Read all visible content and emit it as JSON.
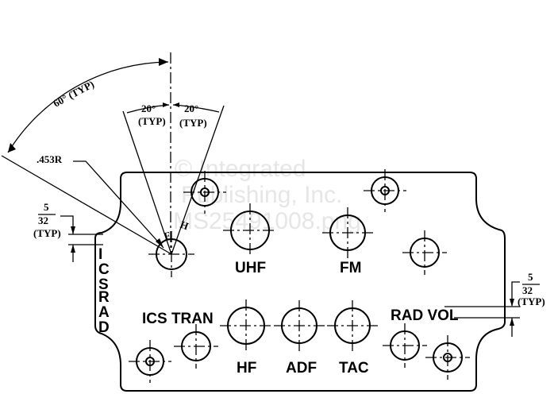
{
  "watermark": [
    "© Integrated",
    "Publishing, Inc.",
    "MS25491008.png"
  ],
  "dimensions": {
    "angle_60": "60° (TYP)",
    "angle_20_left": "20°",
    "angle_20_right": "20°",
    "typ": "(TYP)",
    "radius": ".453R",
    "frac_num": "5",
    "frac_den": "32"
  },
  "switch_positions": {
    "f": "F",
    "h": "H"
  },
  "labels": {
    "uhf": "UHF",
    "fm": "FM",
    "ics_tran": "ICS TRAN",
    "hf": "HF",
    "adf": "ADF",
    "tac": "TAC",
    "rad_vol": "RAD VOL",
    "ics_rad_vertical": [
      "I",
      "C",
      "S",
      "R",
      "A",
      "D"
    ]
  }
}
